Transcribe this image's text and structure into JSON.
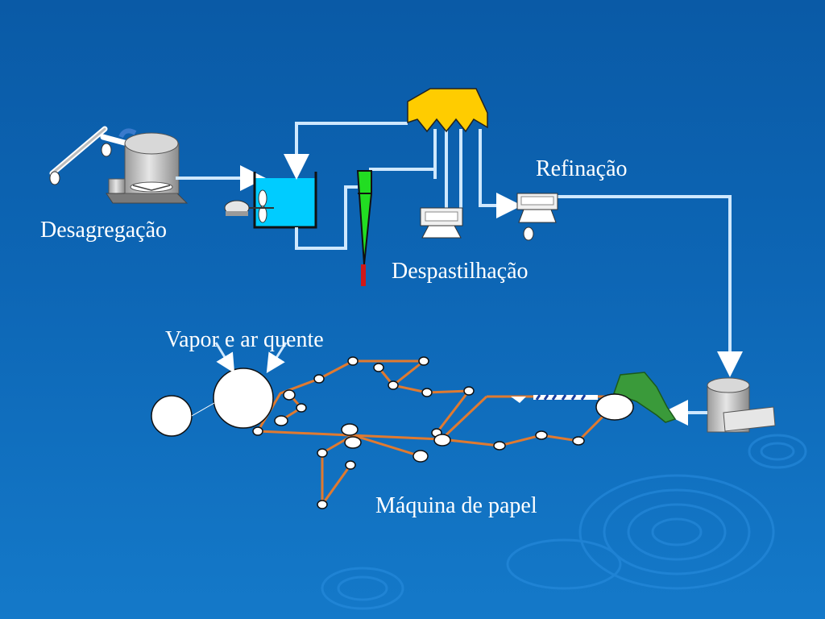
{
  "labels": {
    "desagregacao": "Desagregação",
    "refinacao": "Refinação",
    "despastilhacao": "Despastilhação",
    "vapor": "Vapor e ar quente",
    "maquina": "Máquina de papel"
  },
  "colors": {
    "background_top": "#0a5aa6",
    "background_bottom": "#1479c9",
    "pipe": "#cfe8ff",
    "tank": "#00ccff",
    "cyclone": "#22dd22",
    "refiner_head": "#ffcc00",
    "felt_line": "#e07a30",
    "headbox": "#3a9a3a"
  }
}
